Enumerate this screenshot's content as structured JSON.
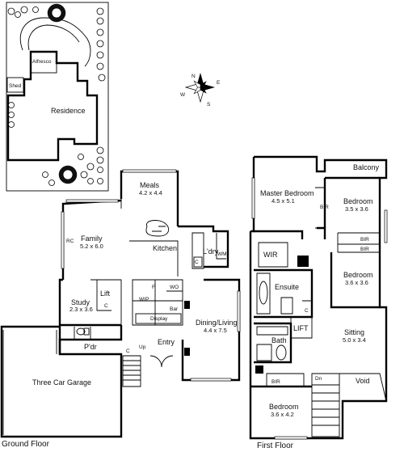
{
  "site": {
    "shed": "Shed",
    "alfresco": "Alfresco",
    "residence": "Residence"
  },
  "compass": {
    "n": "N",
    "s": "S",
    "e": "E",
    "w": "W"
  },
  "ground": {
    "meals": {
      "name": "Meals",
      "dim": "4.2 x 4.4"
    },
    "kitchen": "Kitchen",
    "family": {
      "name": "Family",
      "dim": "5.2 x 6.0"
    },
    "ldry": "L'dry",
    "wm": "WM",
    "rc": "RC",
    "c1": "C",
    "c2": "C",
    "c3": "C",
    "lift": "Lift",
    "study": {
      "name": "Study",
      "dim": "2.3 x 3.6"
    },
    "f": "F",
    "wo": "WO",
    "wip": "WIP",
    "bar": "Bar",
    "display": "Display",
    "dining": {
      "name": "Dining/Living",
      "dim": "4.4 x 7.5"
    },
    "pdr": "P'dr",
    "up": "Up",
    "entry": "Entry",
    "garage": "Three Car Garage",
    "caption": "Ground Floor"
  },
  "first": {
    "balcony": "Balcony",
    "master": {
      "name": "Master Bedroom",
      "dim": "4.5 x 5.1"
    },
    "bir1": "BIR",
    "bedroom2": {
      "name": "Bedroom",
      "dim": "3.5 x 3.6"
    },
    "bir2": "BIR",
    "bir3": "BIR",
    "wir": "WIR",
    "bedroom3": {
      "name": "Bedroom",
      "dim": "3.6 x 3.6"
    },
    "ensuite": "Ensuite",
    "c": "C",
    "lift": "LIFT",
    "bath": "Bath",
    "sitting": {
      "name": "Sitting",
      "dim": "5.0 x 3.4"
    },
    "bir4": "BIR",
    "dn": "Dn",
    "void": "Void",
    "bedroom4": {
      "name": "Bedroom",
      "dim": "3.6 x 4.2"
    },
    "caption": "First Floor"
  }
}
